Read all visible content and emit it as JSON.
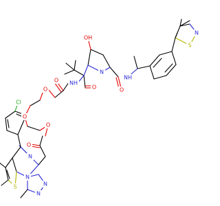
{
  "structure": {
    "colors": {
      "carbon": "#000000",
      "oxygen": "#e60000",
      "nitrogen": "#2a2ad6",
      "sulfur": "#b5b500",
      "chlorine": "#22aa22"
    },
    "labels": {
      "hydroxyl": "OH",
      "prolinamide_nh": "NH",
      "prolinamide_o": "O",
      "ring_n": "N",
      "amide_o": "O",
      "amide_nh": "NH",
      "linker_o1": "O",
      "linker_o2": "O",
      "linker_o3": "O",
      "ester_o1": "O",
      "ester_o2": "O",
      "diazepine_n": "N",
      "triazole_n1": "N",
      "triazole_n2": "N",
      "triazole_n3": "N",
      "thiophene_s": "S",
      "thiazole_s": "S",
      "thiazole_n": "N",
      "chloro": "Cl"
    }
  }
}
